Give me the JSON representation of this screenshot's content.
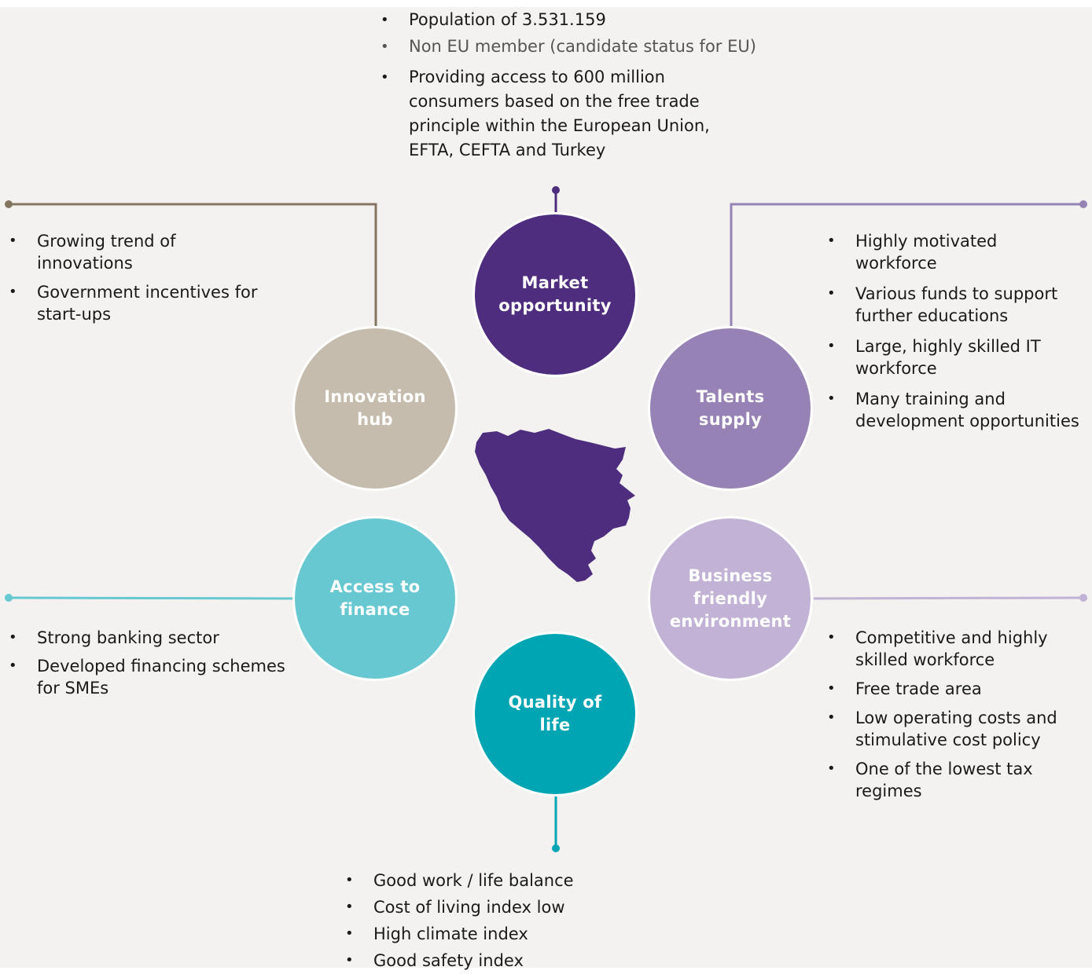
{
  "colors": {
    "background": "#f3f2f0",
    "market": "#4e2d7e",
    "innovation": "#c6bcad",
    "talents": "#9682b4",
    "finance": "#67c8d2",
    "business": "#c1b2d6",
    "quality": "#00a5b4",
    "innovation_line": "#857560",
    "talents_line": "#9682b4",
    "finance_line": "#67c8d2",
    "business_line": "#c1b2d6",
    "market_line": "#4e2d7e",
    "quality_line": "#00a5b4"
  },
  "hubs": {
    "market": {
      "label": "Market\nopportunity"
    },
    "innovation": {
      "label": "Innovation\nhub"
    },
    "talents": {
      "label": "Talents\nsupply"
    },
    "finance": {
      "label": "Access to\nfinance"
    },
    "business": {
      "label": "Business\nfriendly\nenvironment"
    },
    "quality": {
      "label": "Quality of\nlife"
    }
  },
  "lists": {
    "market": [
      "Population of 3.531.159",
      "Non EU member (candidate status for EU)",
      "Providing access to 600 million consumers based on the free trade principle within the European Union, EFTA, CEFTA and Turkey"
    ],
    "innovation": [
      "Growing trend of innovations",
      "Government incentives for start-ups"
    ],
    "talents": [
      "Highly motivated workforce",
      "Various funds to support further educations",
      "Large, highly skilled IT workforce",
      "Many training and development opportunities"
    ],
    "finance": [
      "Strong banking sector",
      "Developed financing schemes for SMEs"
    ],
    "business": [
      "Competitive and highly skilled workforce",
      "Free trade area",
      "Low operating costs and stimulative cost policy",
      "One of the lowest tax regimes"
    ],
    "quality": [
      "Good work / life balance",
      "Cost of living index low",
      "High climate index",
      "Good safety index"
    ]
  },
  "map": {
    "icon": "bosnia-and-herzegovina-map-icon"
  }
}
